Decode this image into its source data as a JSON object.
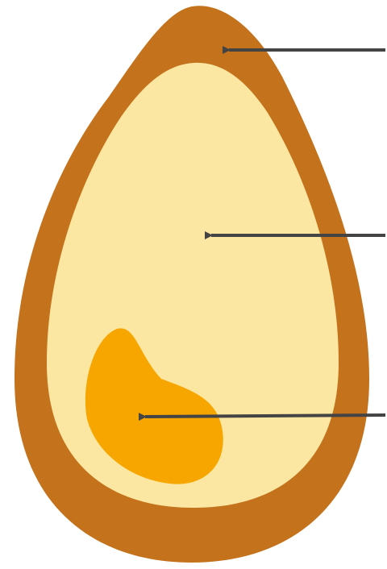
{
  "diagram": {
    "parts": [
      {
        "id": "seed-coat",
        "color": "#C4721C"
      },
      {
        "id": "endosperm",
        "color": "#FBE7A2"
      },
      {
        "id": "embryo",
        "color": "#F7A600"
      }
    ],
    "arrow_color": "#444444"
  }
}
